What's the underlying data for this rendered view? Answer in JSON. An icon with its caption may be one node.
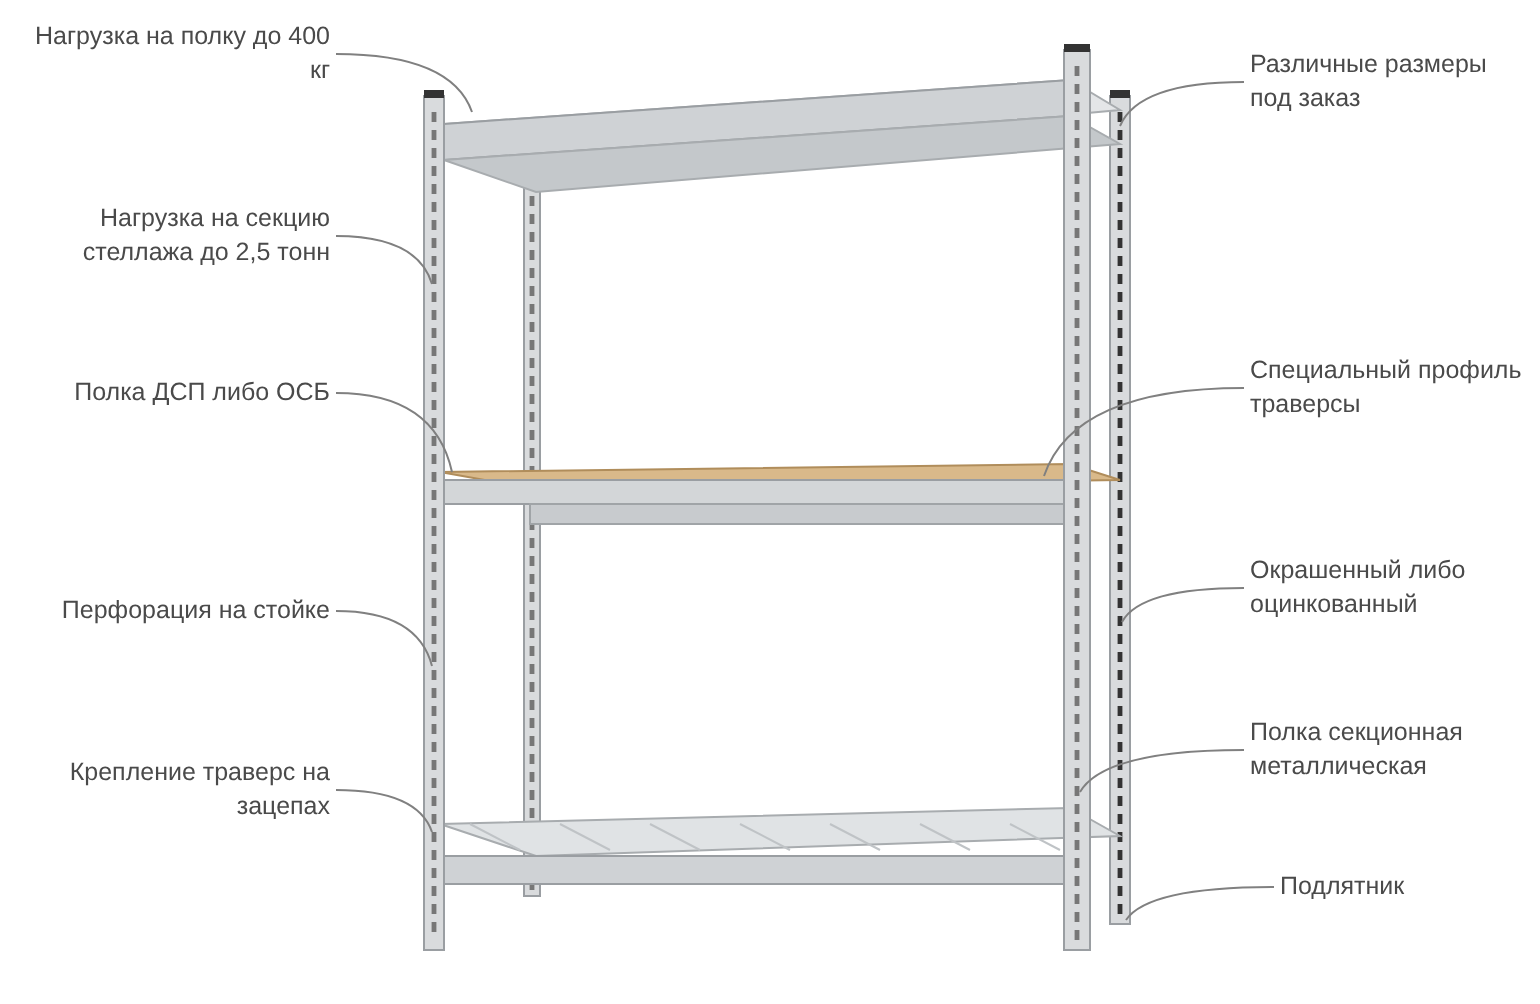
{
  "diagram": {
    "nodes": [
      {
        "text": [
          "Нагрузка на полку до 400 кг"
        ]
      },
      {
        "text": [
          "Нагрузка на секцию стеллажа до 2,5 тонн"
        ]
      },
      {
        "text": [
          "Полка ДСП либо ОСБ"
        ]
      },
      {
        "text": [
          "Перфорация на стойке"
        ]
      },
      {
        "text": [
          "Крепление траверс на зацепах"
        ]
      },
      {
        "text": [
          "Различные размеры под заказ"
        ]
      },
      {
        "text": [
          "Специальный профиль траверсы"
        ]
      },
      {
        "text": [
          "Окрашенный либо оцинкованный"
        ]
      },
      {
        "text": [
          "Полка секционная металлическая"
        ]
      },
      {
        "text": [
          "Подлятник"
        ]
      }
    ],
    "edges": [
      {
        "from": 0,
        "to": null,
        "arrow": "none"
      },
      {
        "from": 1,
        "to": null,
        "arrow": "none"
      },
      {
        "from": 2,
        "to": null,
        "arrow": "none"
      },
      {
        "from": 3,
        "to": null,
        "arrow": "none"
      },
      {
        "from": 4,
        "to": null,
        "arrow": "none"
      },
      {
        "from": 5,
        "to": null,
        "arrow": "none"
      },
      {
        "from": 6,
        "to": null,
        "arrow": "none"
      },
      {
        "from": 7,
        "to": null,
        "arrow": "none"
      },
      {
        "from": 8,
        "to": null,
        "arrow": "none"
      },
      {
        "from": 9,
        "to": null,
        "arrow": "none"
      }
    ]
  }
}
